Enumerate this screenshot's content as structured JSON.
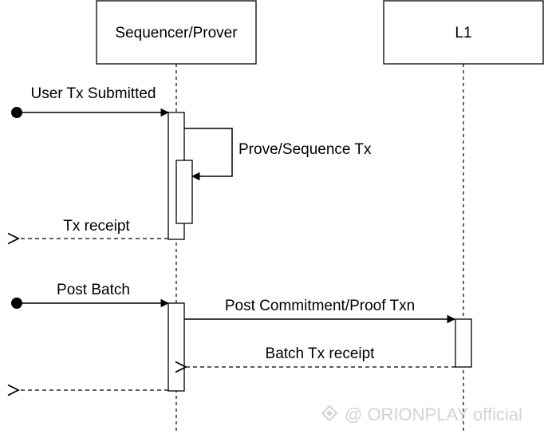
{
  "participants": {
    "sequencer": "Sequencer/Prover",
    "l1": "L1"
  },
  "messages": {
    "user_tx_submitted": "User Tx Submitted",
    "prove_sequence_tx": "Prove/Sequence Tx",
    "tx_receipt": "Tx receipt",
    "post_batch": "Post Batch",
    "post_commitment": "Post Commitment/Proof Txn",
    "batch_tx_receipt": "Batch Tx receipt"
  },
  "watermark": {
    "text": "@ ORIONPLAY official"
  },
  "colors": {
    "line": "#000000",
    "box_fill": "#ffffff",
    "watermark": "#cfcfcf"
  }
}
